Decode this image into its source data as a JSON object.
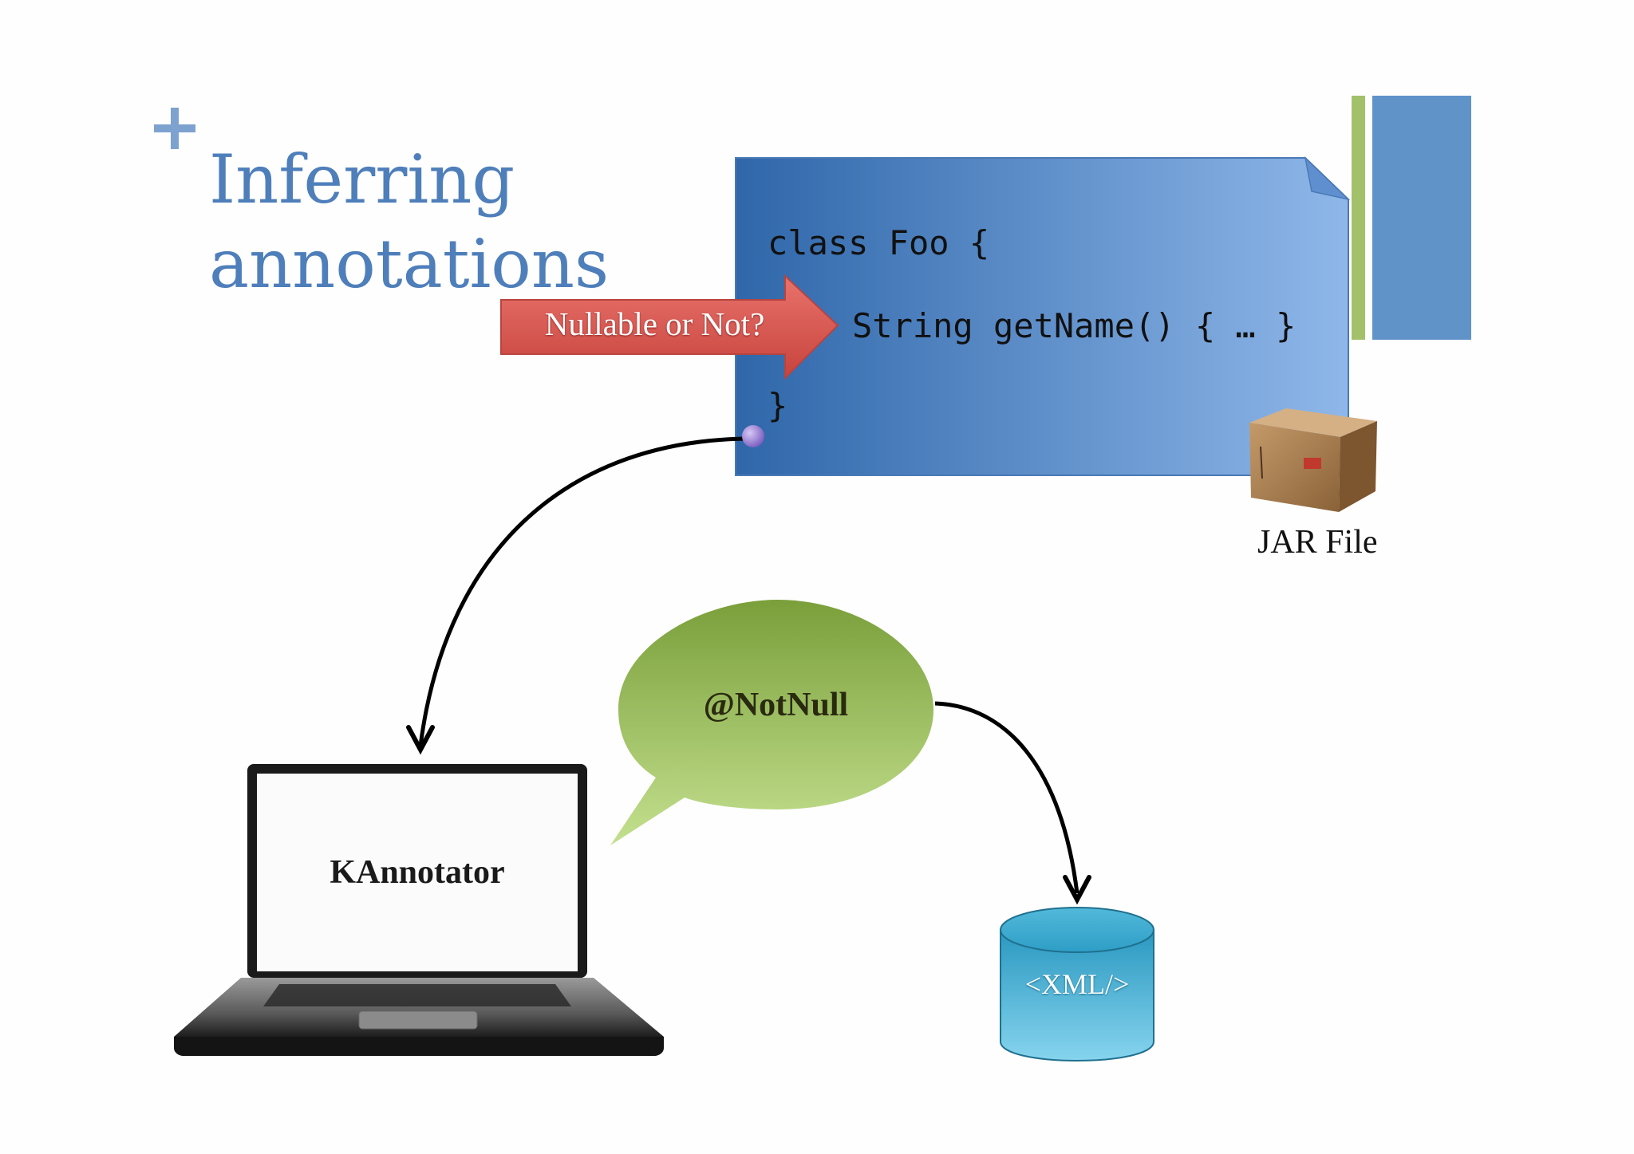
{
  "slide": {
    "title_line1": "Inferring",
    "title_line2": "annotations"
  },
  "code": {
    "line1": "class Foo {",
    "line2": "String getName() { … }",
    "line3": "}"
  },
  "labels": {
    "arrow": "Nullable or Not?",
    "jar": "JAR File",
    "laptop": "KAnnotator",
    "bubble": "@NotNull",
    "xml": "<XML/>"
  },
  "colors": {
    "title": "#4f7fba",
    "code_panel_dark": "#2f67aa",
    "code_panel_light": "#8fb7e9",
    "arrow_red": "#d9534f",
    "bubble_green": "#8db552",
    "database_cyan": "#3aa9cc",
    "accent_green_bar": "#a3c06a",
    "accent_blue_bar": "#6093c8"
  }
}
